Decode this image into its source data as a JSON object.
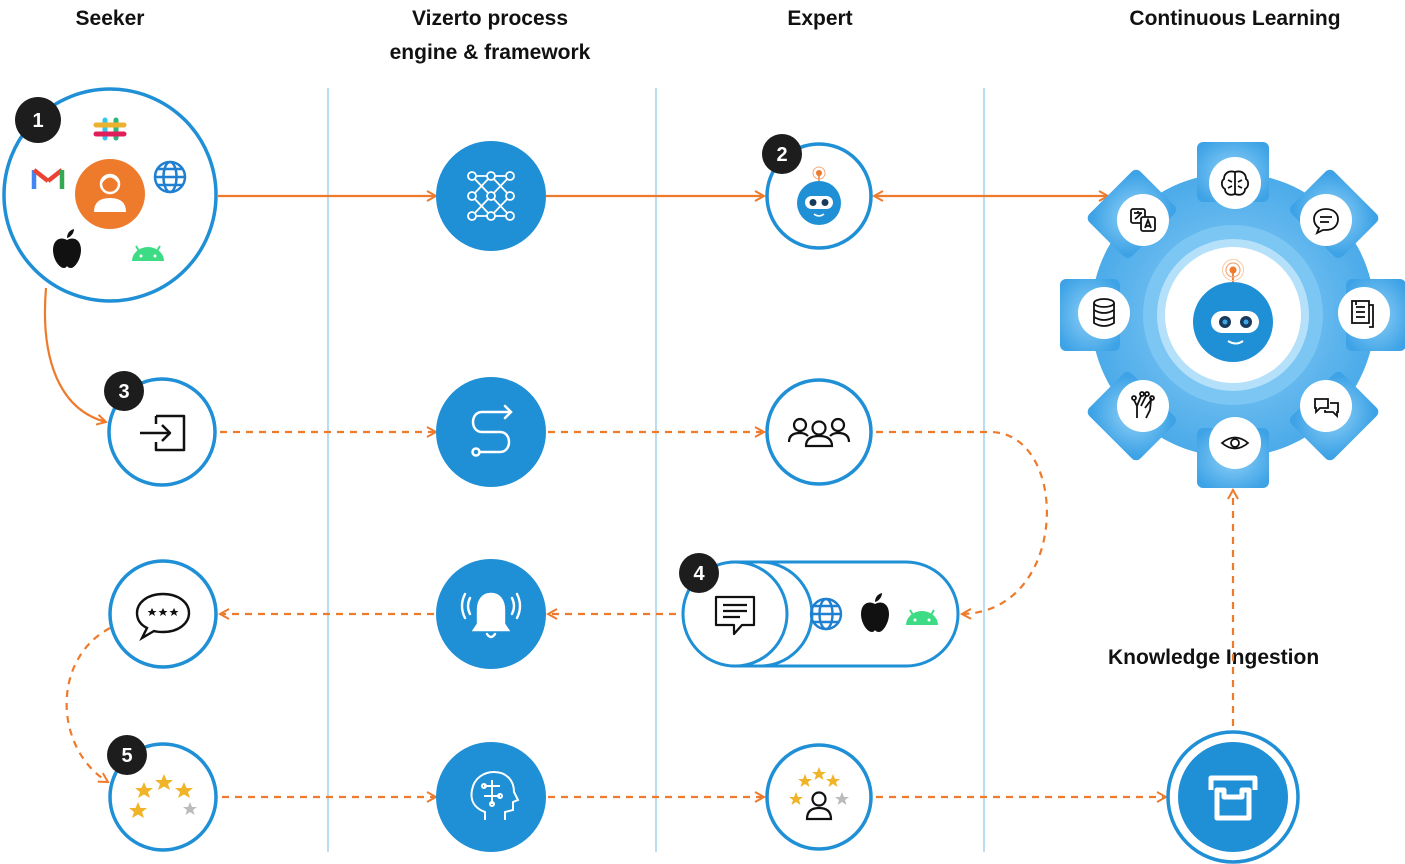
{
  "headers": {
    "seeker": "Seeker",
    "engine_line1": "Vizerto process",
    "engine_line2": "engine & framework",
    "expert": "Expert",
    "learning": "Continuous Learning"
  },
  "knowledge_label": "Knowledge Ingestion",
  "steps": [
    "1",
    "2",
    "3",
    "4",
    "5"
  ],
  "colors": {
    "blue": "#1f8fd6",
    "gear_blue": "#5ab4ef",
    "orange": "#ee7a2c",
    "divider": "#b9def3",
    "badge": "#1d1d1d"
  },
  "icons": {
    "seeker_center": "person-icon",
    "channels": [
      "slack-icon",
      "gmail-icon",
      "globe-icon",
      "apple-icon",
      "android-icon"
    ],
    "engine": [
      "neural-network-icon",
      "route-icon",
      "bell-icon",
      "ai-brain-icon"
    ],
    "expert": [
      "bot-icon",
      "group-icon",
      "chat-icon",
      "rating-person-icon"
    ],
    "seeker_row": [
      "login-icon",
      "chat-bubble-icon",
      "stars-icon"
    ],
    "gear_ring": [
      "brain-icon",
      "message-icon",
      "document-icon",
      "conversation-icon",
      "eye-icon",
      "hand-icon",
      "database-icon",
      "translate-icon"
    ],
    "ingestion": "inbox-icon"
  }
}
